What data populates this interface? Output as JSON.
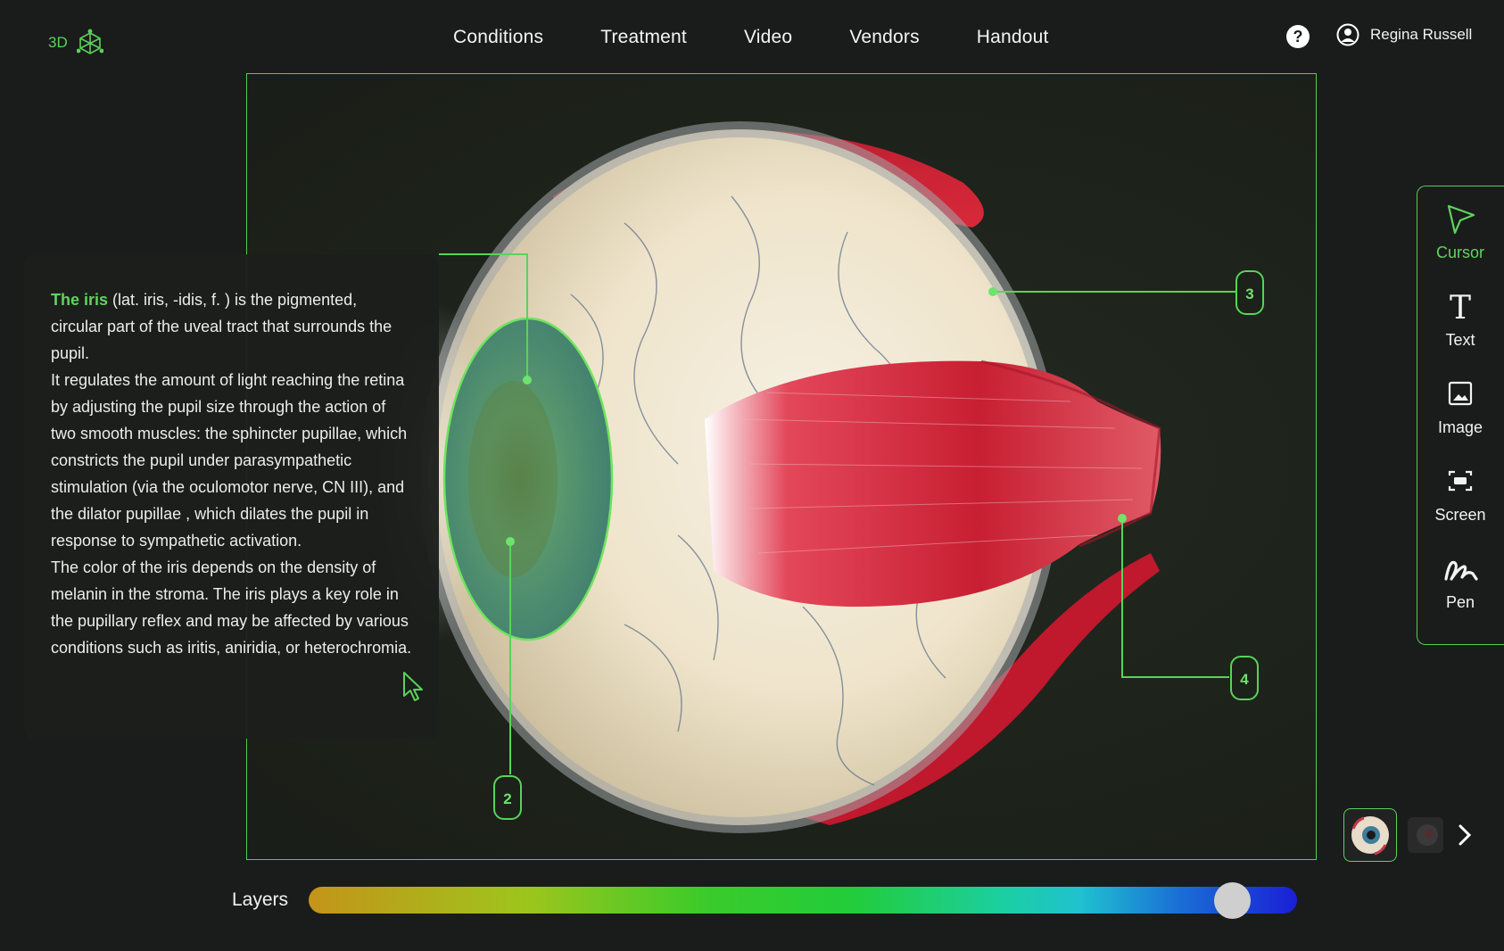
{
  "logo": {
    "text": "3D",
    "icon": "cube-axes-icon"
  },
  "nav": {
    "items": [
      "Conditions",
      "Treatment",
      "Video",
      "Vendors",
      "Handout"
    ]
  },
  "header": {
    "help_label": "?",
    "user_name": "Regina Russell"
  },
  "info_panel": {
    "highlight": "The iris",
    "p1_rest": " (lat. iris, -idis, f. ) is the pigmented, circular part of the uveal tract that surrounds the pupil.",
    "p2": "It regulates the amount of light reaching the retina by adjusting the pupil size through the action of two smooth muscles: the sphincter pupillae, which constricts the pupil under parasympathetic stimulation (via the oculomotor nerve, CN III), and the dilator pupillae , which dilates the pupil in response to sympathetic activation.",
    "p3": "The color of the iris depends on the density of melanin in the stroma. The iris plays a key role in the pupillary reflex and may be affected by various conditions such as iritis, aniridia, or heterochromia."
  },
  "labels": {
    "two": "2",
    "three": "3",
    "four": "4"
  },
  "toolbar": {
    "items": [
      {
        "label": "Cursor",
        "icon": "cursor-arrow-icon",
        "active": true
      },
      {
        "label": "Text",
        "icon": "text-t-icon"
      },
      {
        "label": "Image",
        "icon": "image-icon"
      },
      {
        "label": "Screen",
        "icon": "screen-capture-icon"
      },
      {
        "label": "Pen",
        "icon": "pen-scribble-icon"
      }
    ]
  },
  "layers": {
    "label": "Layers",
    "value_fraction": 0.935
  },
  "colors": {
    "accent": "#59d35a",
    "background": "#1a1c1b",
    "muscle": "#c81f32",
    "iris": "#4f8f74"
  }
}
